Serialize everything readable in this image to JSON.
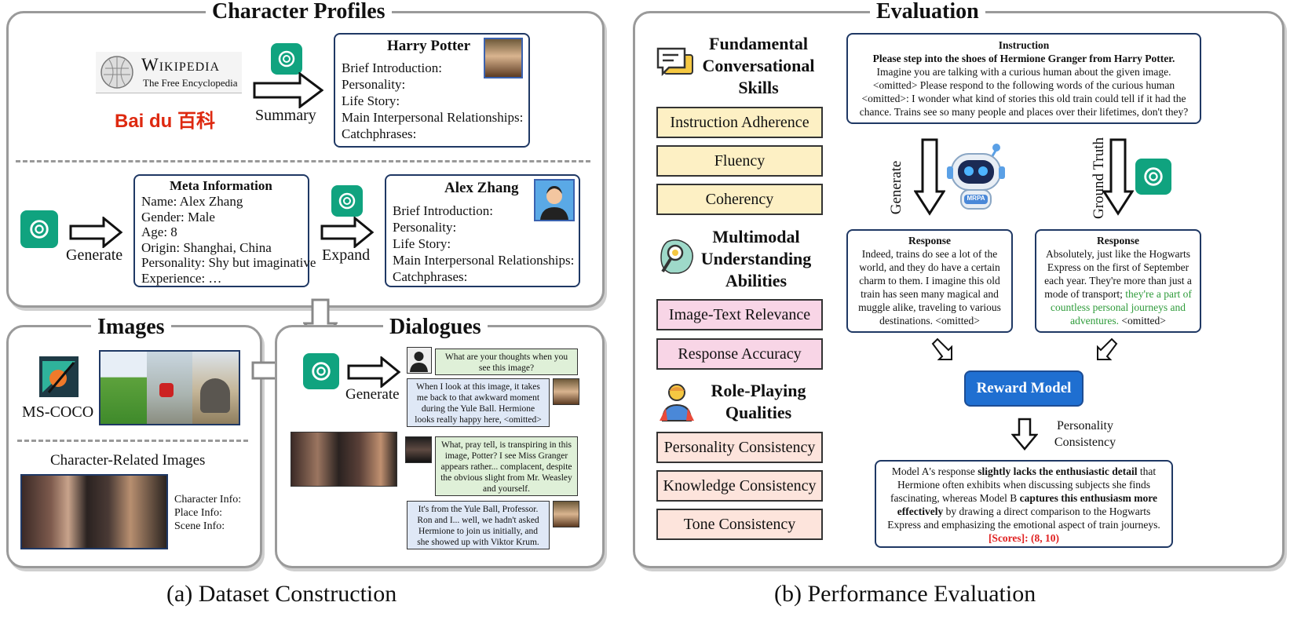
{
  "panels": {
    "profiles_title": "Character Profiles",
    "images_title": "Images",
    "dialogues_title": "Dialogues",
    "evaluation_title": "Evaluation"
  },
  "profiles": {
    "wikipedia_name": "Wikipedia",
    "wikipedia_sub": "The Free Encyclopedia",
    "baidu_logo": "Bai du 百科",
    "summary_label": "Summary",
    "harry_card": {
      "name": "Harry Potter",
      "fields": [
        "Brief Introduction:",
        "Personality:",
        "Life Story:",
        "Main Interpersonal Relationships:",
        "Catchphrases:"
      ]
    },
    "generate_label": "Generate",
    "meta": {
      "title": "Meta Information",
      "fields": [
        "Name: Alex Zhang",
        "Gender: Male",
        "Age: 8",
        "Origin: Shanghai, China",
        "Personality: Shy but imaginative",
        "Experience: …"
      ]
    },
    "expand_label": "Expand",
    "alex_card": {
      "name": "Alex Zhang",
      "fields": [
        "Brief Introduction:",
        "Personality:",
        "Life Story:",
        "Main Interpersonal Relationships:",
        "Catchphrases:"
      ]
    }
  },
  "images": {
    "coco_label": "MS-COCO",
    "char_images_title": "Character-Related Images",
    "info": [
      "Character Info:",
      "Place Info:",
      "Scene Info:"
    ]
  },
  "dialogues": {
    "generate_label": "Generate",
    "bubbles": [
      "What are your thoughts when you see this image?",
      "When I look at this image, it takes me back to that awkward moment during the Yule Ball. Hermione looks really happy here, <omitted>",
      "What, pray tell, is transpiring in this image, Potter? I see Miss Granger appears rather... complacent, despite the obvious slight from Mr. Weasley and yourself.",
      "It's from the Yule Ball, Professor. Ron and I... well, we hadn't asked Hermione to join us initially, and she showed up with Viktor Krum."
    ]
  },
  "evaluation": {
    "fundamental_title": "Fundamental Conversational Skills",
    "fundamental_items": [
      "Instruction Adherence",
      "Fluency",
      "Coherency"
    ],
    "multimodal_title": "Multimodal Understanding Abilities",
    "multimodal_items": [
      "Image-Text Relevance",
      "Response Accuracy"
    ],
    "roleplay_title": "Role-Playing Qualities",
    "roleplay_items": [
      "Personality Consistency",
      "Knowledge Consistency",
      "Tone Consistency"
    ],
    "instruction_title": "Instruction",
    "instruction_bold": "Please step into the shoes of Hermione Granger from Harry Potter.",
    "instruction_rest": "Imagine you are talking with a curious human about the given image. <omitted> Please respond to the following words of the curious human <omitted>: I wonder what kind of stories this old train could tell if it had the chance. Trains see so many people and places over their lifetimes, don't they?",
    "generate_label": "Generate",
    "ground_truth_label": "Ground Truth",
    "robot_label": "MRPA",
    "response_title": "Response",
    "response_a": "Indeed, trains do see a lot of the world, and they do have a certain charm to them. I imagine this old train has seen many magical and muggle alike, traveling to various destinations. <omitted>",
    "response_b_plain": "Absolutely, just like the Hogwarts Express on the first of September each year. They're more than just a mode of transport;",
    "response_b_green": "they're a part of countless personal journeys and adventures.",
    "response_b_end": "<omitted>",
    "reward_model": "Reward Model",
    "criterion": "Personality Consistency",
    "judge_1": "Model A's response",
    "judge_2": "slightly lacks the enthusiastic detail",
    "judge_3": "that Hermione often exhibits when discussing subjects she finds fascinating, whereas Model B",
    "judge_4": "captures this enthusiasm more effectively",
    "judge_5": "by drawing a direct comparison to the Hogwarts Express and emphasizing the emotional aspect of train journeys.",
    "scores": "[Scores]: (8, 10)"
  },
  "captions": {
    "left": "(a) Dataset Construction",
    "right": "(b) Performance Evaluation"
  },
  "colors": {
    "gpt_green": "#10a37f",
    "card_border": "#1f3864",
    "fundamental_bg": "#fdf0c4",
    "multimodal_bg": "#f8d5e6",
    "roleplay_bg": "#fde4dc",
    "reward_blue": "#1f6fd1",
    "score_red": "#e02020",
    "green_text": "#2e9b3a"
  }
}
